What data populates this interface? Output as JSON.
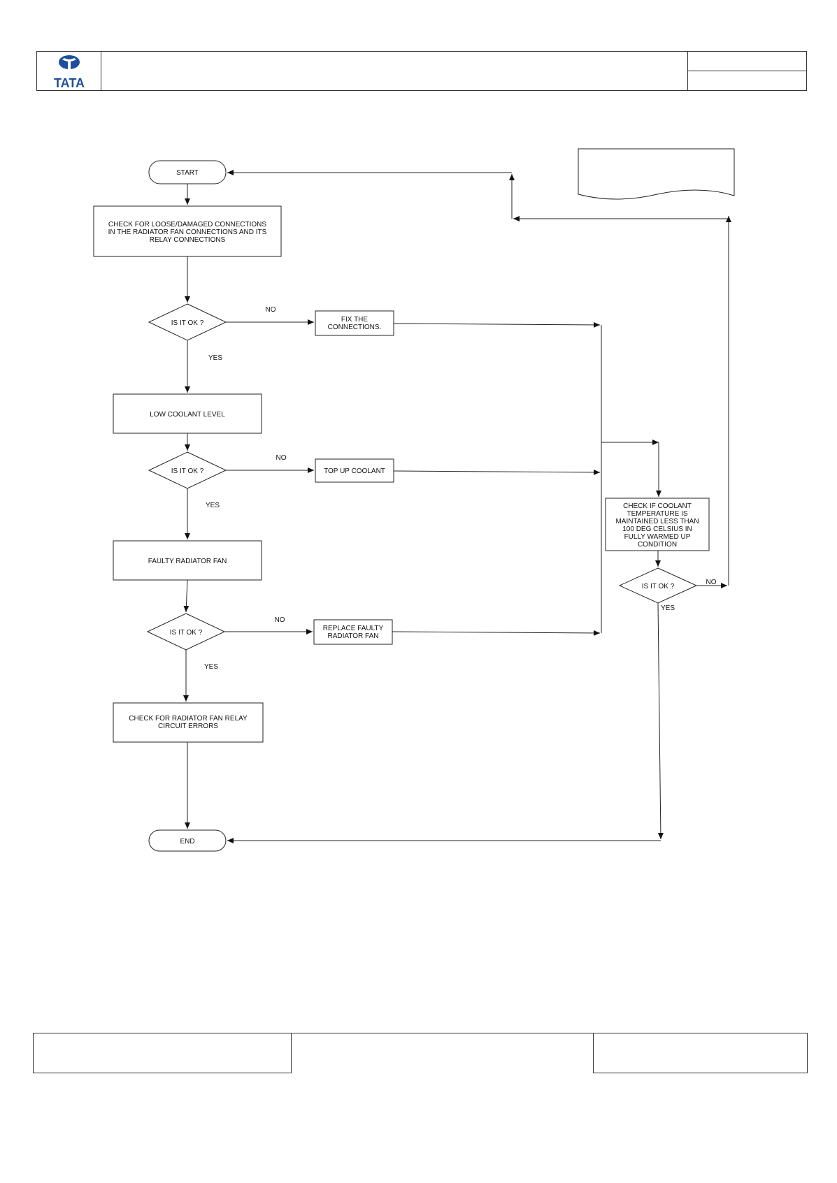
{
  "logo": {
    "text": "TATA",
    "color": "#1f4f9c"
  },
  "nodes": {
    "start": "START",
    "check_connections": [
      "CHECK FOR LOOSE/DAMAGED CONNECTIONS",
      "IN THE RADIATOR FAN CONNECTIONS AND ITS",
      "RELAY CONNECTIONS"
    ],
    "decision1": "IS IT OK ?",
    "fix_connections": [
      "FIX THE",
      "CONNECTIONS."
    ],
    "low_coolant": "LOW COOLANT LEVEL",
    "decision2": "IS IT OK ?",
    "top_up": "TOP UP COOLANT",
    "faulty_fan": "FAULTY RADIATOR FAN",
    "decision3": "IS IT OK ?",
    "replace_fan": [
      "REPLACE FAULTY",
      "RADIATOR FAN"
    ],
    "check_relay": [
      "CHECK FOR RADIATOR FAN RELAY",
      "CIRCUIT ERRORS"
    ],
    "end": "END",
    "check_temp": [
      "CHECK IF COOLANT",
      "TEMPERATURE IS",
      "MAINTAINED LESS THAN",
      "100 DEG CELSIUS IN",
      "FULLY WARMED UP",
      "CONDITION"
    ],
    "decision4": "IS IT OK ?"
  },
  "labels": {
    "no1": "NO",
    "yes1": "YES",
    "no2": "NO",
    "yes2": "YES",
    "no3": "NO",
    "yes3": "YES",
    "no4": "NO",
    "yes4": "YES"
  }
}
